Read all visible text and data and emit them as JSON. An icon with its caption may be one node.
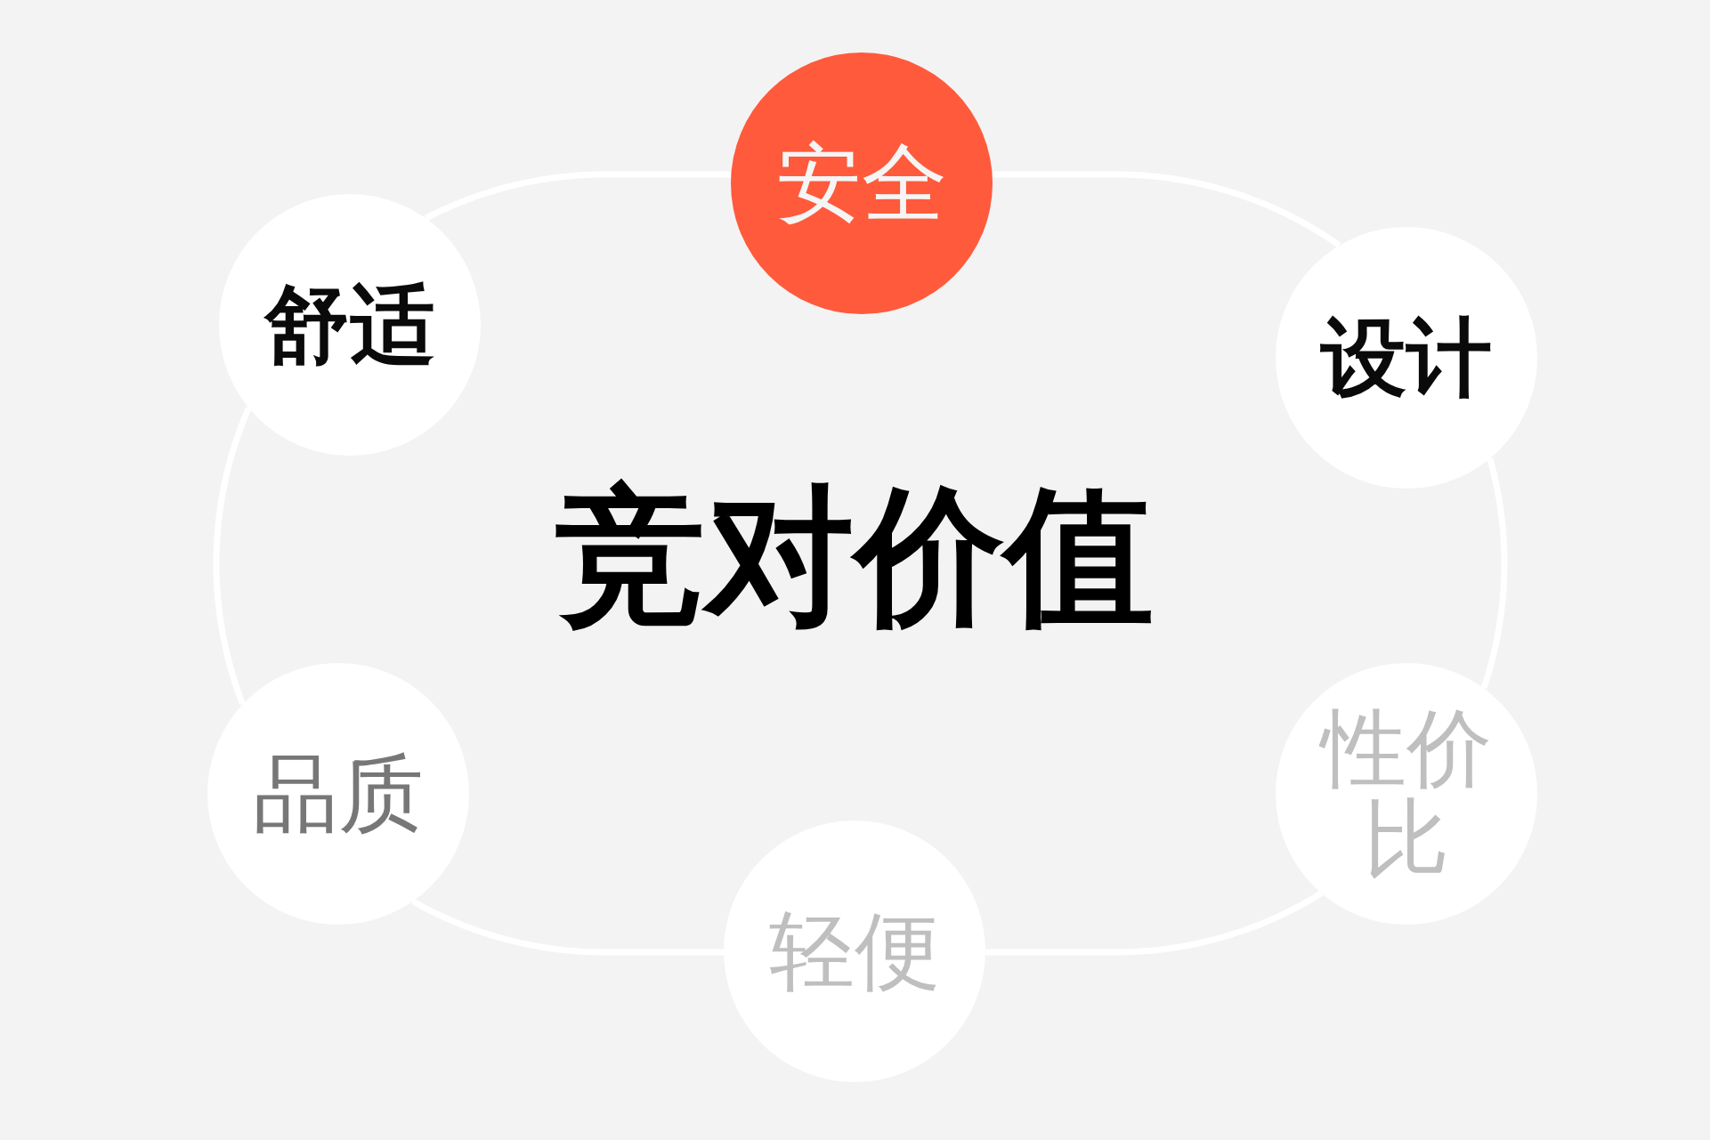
{
  "diagram": {
    "title": "竞对价值",
    "nodes": [
      {
        "text": [
          "安全"
        ]
      },
      {
        "text": [
          "设计"
        ]
      },
      {
        "text": [
          "性价比"
        ]
      },
      {
        "text": [
          "轻便"
        ]
      },
      {
        "text": [
          "品质"
        ]
      },
      {
        "text": [
          "舒适"
        ]
      }
    ],
    "edges": [
      {
        "from": 0,
        "to": 1,
        "arrow": "none"
      },
      {
        "from": 1,
        "to": 2,
        "arrow": "none"
      },
      {
        "from": 2,
        "to": 3,
        "arrow": "none"
      },
      {
        "from": 3,
        "to": 4,
        "arrow": "none"
      },
      {
        "from": 4,
        "to": 5,
        "arrow": "none"
      },
      {
        "from": 5,
        "to": 0,
        "arrow": "none"
      }
    ]
  }
}
